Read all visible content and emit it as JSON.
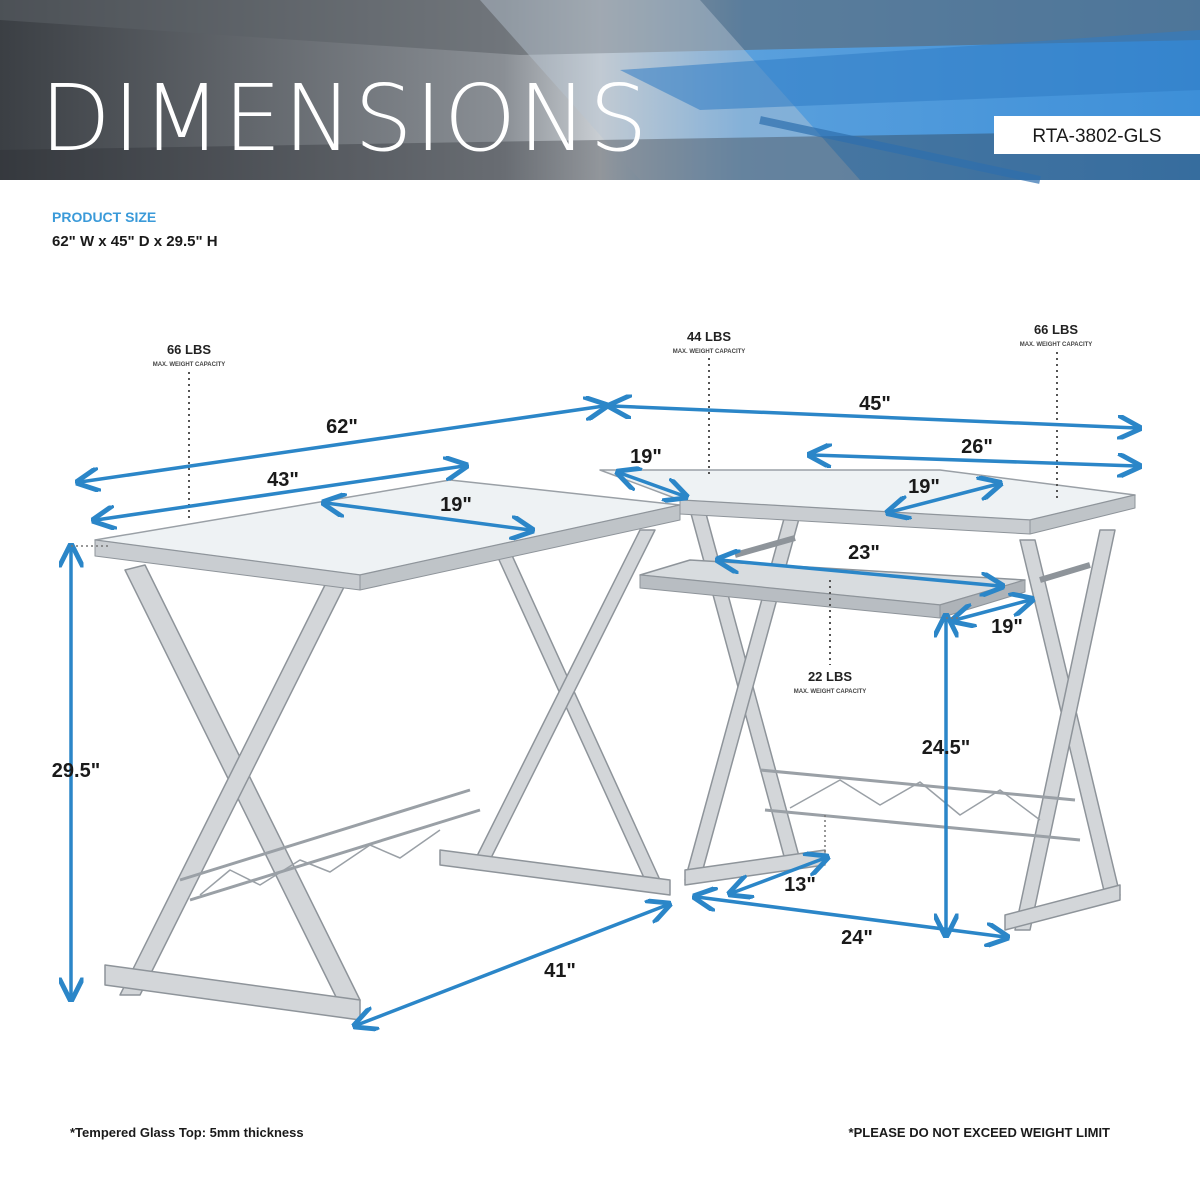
{
  "header": {
    "title": "DIMENSIONS",
    "model": "RTA-3802-GLS"
  },
  "product": {
    "size_label": "PRODUCT SIZE",
    "size_value": "62\" W x 45\" D x 29.5\" H"
  },
  "weights": [
    {
      "value": "66 LBS",
      "caption": "MAX. WEIGHT CAPACITY"
    },
    {
      "value": "44 LBS",
      "caption": "MAX. WEIGHT CAPACITY"
    },
    {
      "value": "66 LBS",
      "caption": "MAX. WEIGHT CAPACITY"
    },
    {
      "value": "22 LBS",
      "caption": "MAX. WEIGHT CAPACITY"
    }
  ],
  "dimensions": {
    "total_width": "62\"",
    "total_depth": "45\"",
    "left_top_length": "43\"",
    "left_top_depth": "19\"",
    "corner_width": "19\"",
    "right_top_length": "26\"",
    "right_top_depth": "19\"",
    "tray_width": "23\"",
    "tray_depth": "19\"",
    "height": "29.5\"",
    "tray_height": "24.5\"",
    "left_base": "41\"",
    "right_base": "24\"",
    "right_foot": "13\""
  },
  "footer": {
    "left_note": "*Tempered Glass Top: 5mm thickness",
    "right_note": "*PLEASE DO NOT EXCEED WEIGHT LIMIT"
  },
  "colors": {
    "accent": "#2b86c8",
    "frame": "#c9cdd1",
    "frame_edge": "#8e949a",
    "glass": "#eef2f4",
    "title_blue": "#3a9ad9"
  }
}
